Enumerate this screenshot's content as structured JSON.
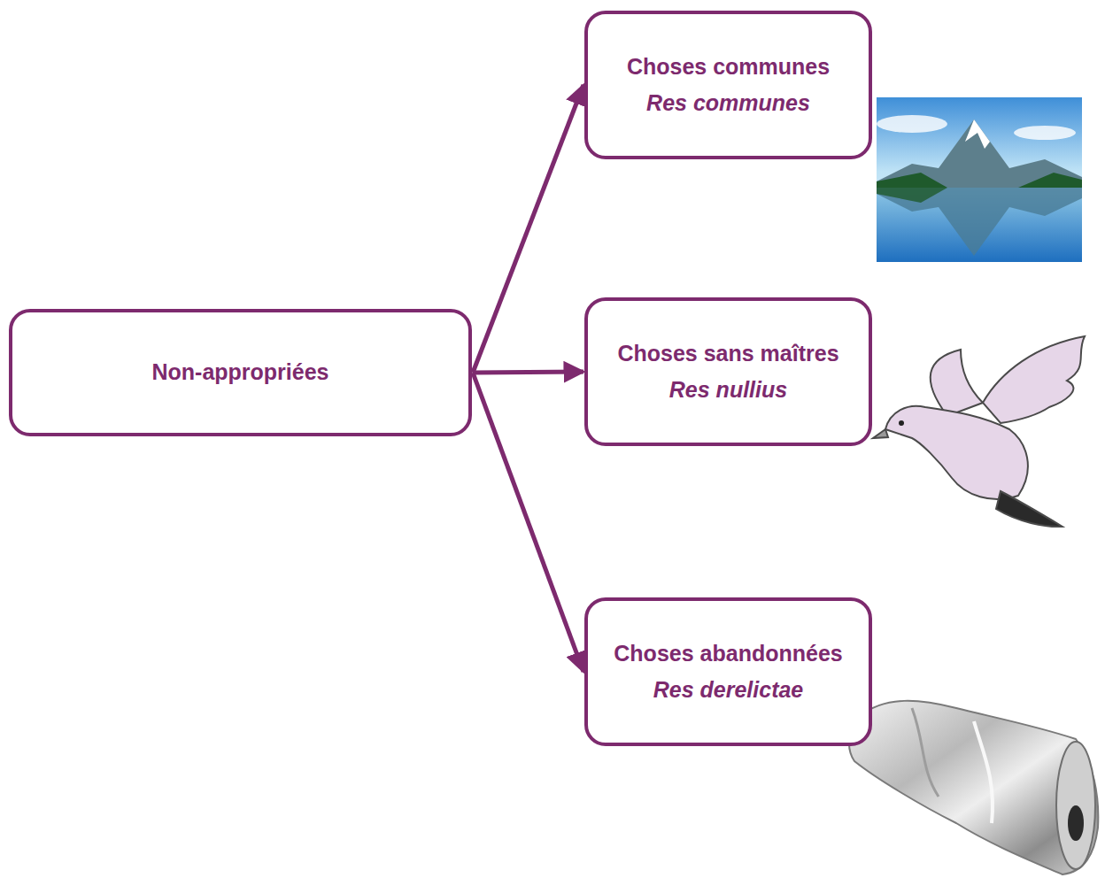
{
  "diagram": {
    "nodes": [
      {
        "text": [
          "Non-appropriées"
        ]
      },
      {
        "text": [
          "Choses communes",
          "Res communes"
        ]
      },
      {
        "text": [
          "Choses sans maîtres",
          "Res nullius"
        ]
      },
      {
        "text": [
          "Choses abandonnées",
          "Res derelictae"
        ]
      }
    ],
    "edges": [
      {
        "from": 0,
        "to": 1,
        "arrow": "to"
      },
      {
        "from": 0,
        "to": 2,
        "arrow": "to"
      },
      {
        "from": 0,
        "to": 3,
        "arrow": "to"
      }
    ]
  }
}
